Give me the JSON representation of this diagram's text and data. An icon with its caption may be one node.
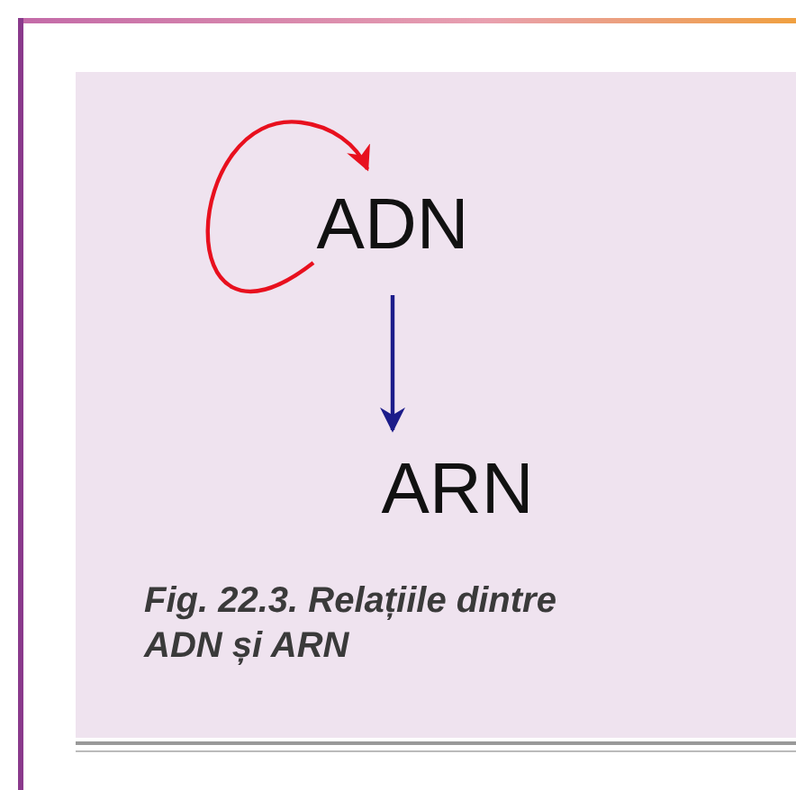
{
  "diagram": {
    "nodes": [
      {
        "text": [
          "ADN"
        ]
      },
      {
        "text": [
          "ARN"
        ]
      }
    ],
    "edges": [
      {
        "from": 0,
        "to": 0,
        "arrow": "to",
        "color": "#e8101e"
      },
      {
        "from": 0,
        "to": 1,
        "arrow": "to",
        "color": "#1c1c8a"
      }
    ],
    "caption": "Fig. 22.3. Relațiile dintre ADN și ARN"
  }
}
